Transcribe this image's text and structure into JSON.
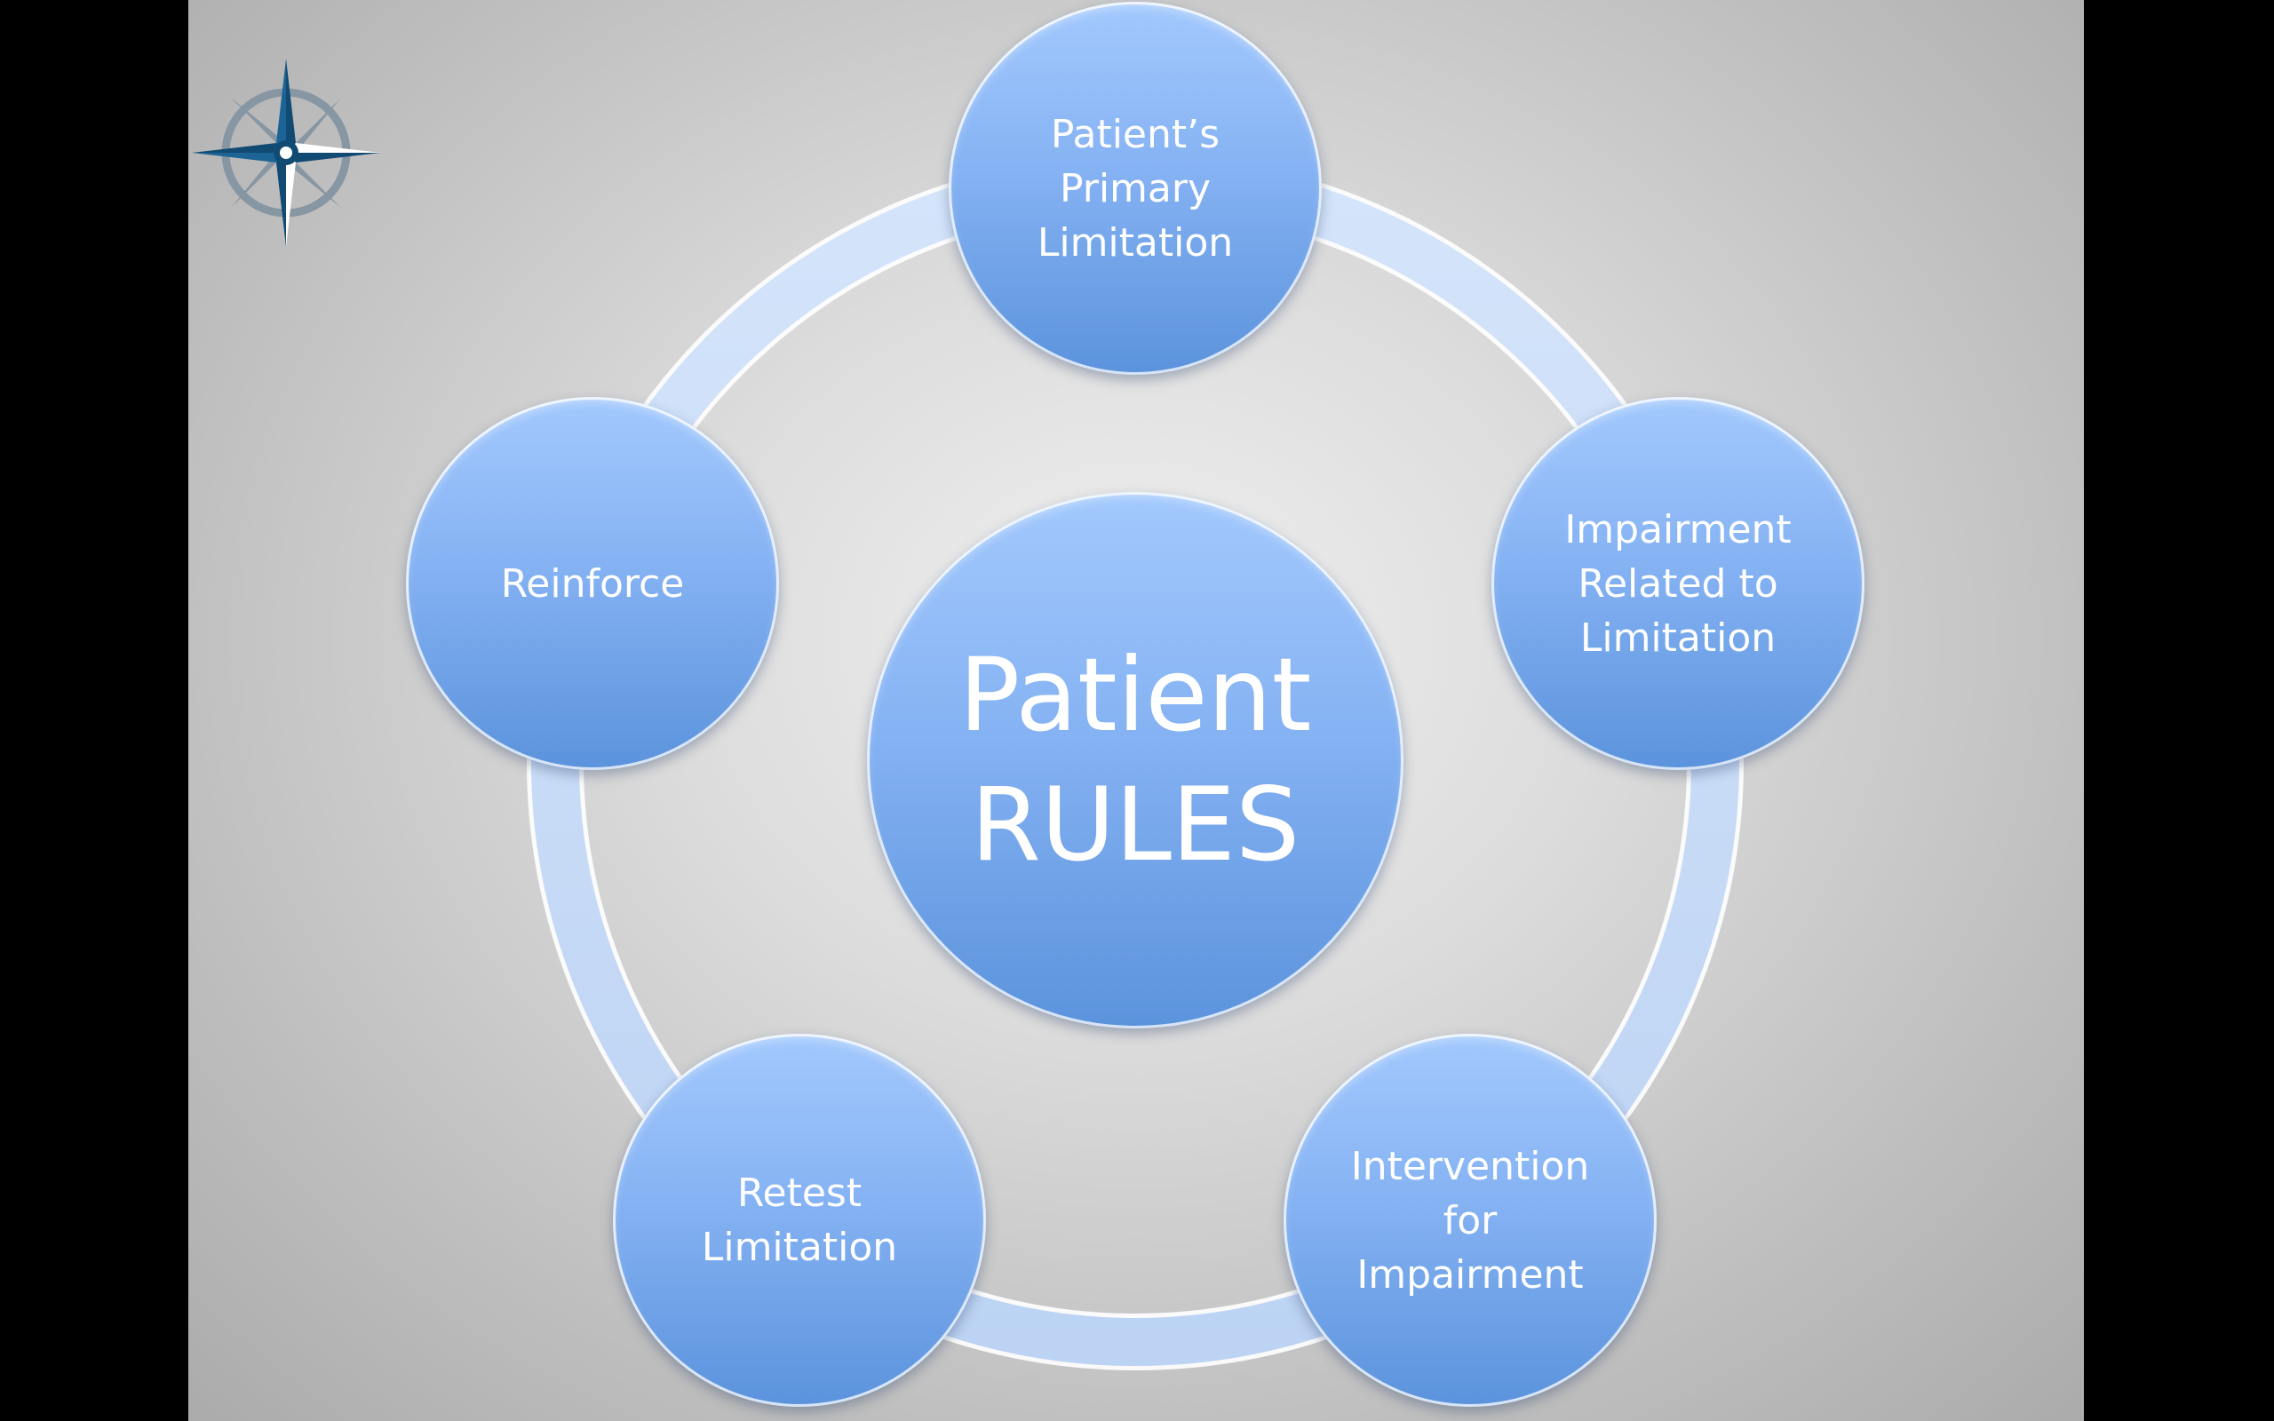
{
  "diagram": {
    "center": {
      "label": "Patient\nRULES"
    },
    "nodes": [
      {
        "id": "primary-limitation",
        "label": "Patient’s\nPrimary\nLimitation"
      },
      {
        "id": "impairment",
        "label": "Impairment\nRelated to\nLimitation"
      },
      {
        "id": "intervention",
        "label": "Intervention\nfor\nImpairment"
      },
      {
        "id": "retest",
        "label": "Retest\nLimitation"
      },
      {
        "id": "reinforce",
        "label": "Reinforce"
      }
    ]
  },
  "icons": {
    "logo": "compass-rose-icon"
  },
  "colors": {
    "node_top": "#a3c9fd",
    "node_bottom": "#5b93dc",
    "ring": "#c9dcf7",
    "compass_dark": "#114a72",
    "compass_gray": "#8796a3"
  }
}
